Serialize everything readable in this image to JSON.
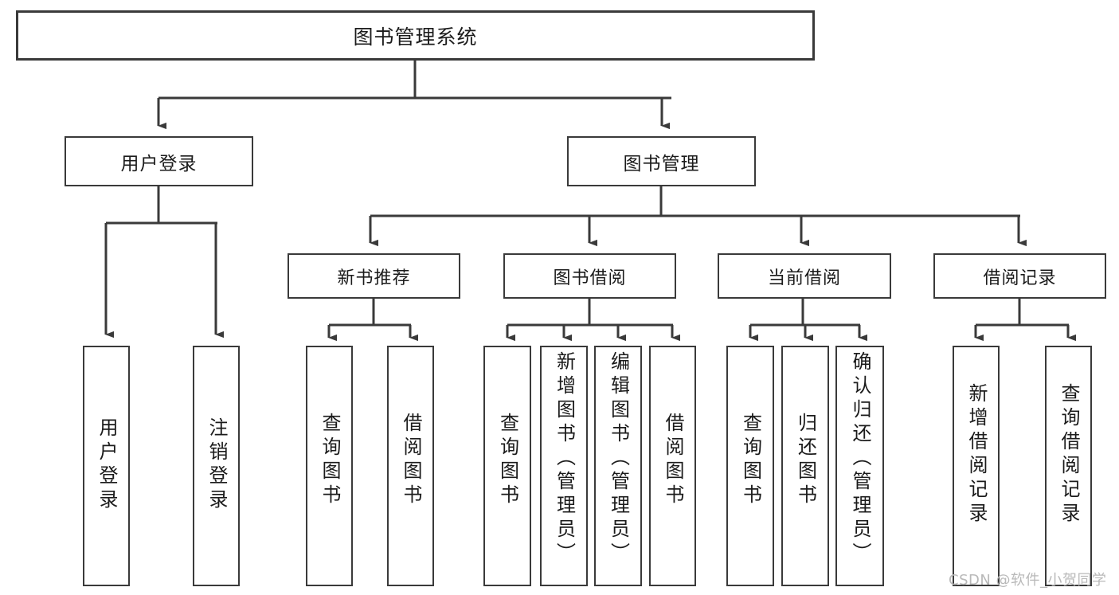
{
  "diagram": {
    "title": "图书管理系统",
    "type": "tree-hierarchy",
    "watermark": "CSDN @软件_小贺同学",
    "colors": {
      "box_border": "#3a3a3a",
      "box_fill": "#ffffff",
      "edge": "#3a3a3a",
      "text": "#1b1b1b",
      "watermark": "#b9b9b9"
    },
    "nodes": {
      "root": {
        "label": "图书管理系统"
      },
      "level2": [
        {
          "id": "user-login",
          "label": "用户登录"
        },
        {
          "id": "book-manage",
          "label": "图书管理"
        }
      ],
      "level3": [
        {
          "id": "new-book-recommend",
          "label": "新书推荐"
        },
        {
          "id": "book-borrow",
          "label": "图书借阅"
        },
        {
          "id": "current-borrow",
          "label": "当前借阅"
        },
        {
          "id": "borrow-record",
          "label": "借阅记录"
        }
      ],
      "leaves": [
        {
          "id": "leaf-user-login",
          "label": "用户登录",
          "parent": "user-login"
        },
        {
          "id": "leaf-logout",
          "label": "注销登录",
          "parent": "user-login"
        },
        {
          "id": "leaf-query-book-1",
          "label": "查询图书",
          "parent": "new-book-recommend"
        },
        {
          "id": "leaf-borrow-book-1",
          "label": "借阅图书",
          "parent": "new-book-recommend"
        },
        {
          "id": "leaf-query-book-2",
          "label": "查询图书",
          "parent": "book-borrow"
        },
        {
          "id": "leaf-add-book",
          "label": "新增图书（管理员）",
          "parent": "book-borrow"
        },
        {
          "id": "leaf-edit-book",
          "label": "编辑图书（管理员）",
          "parent": "book-borrow"
        },
        {
          "id": "leaf-borrow-book-2",
          "label": "借阅图书",
          "parent": "book-borrow"
        },
        {
          "id": "leaf-query-book-3",
          "label": "查询图书",
          "parent": "current-borrow"
        },
        {
          "id": "leaf-return-book",
          "label": "归还图书",
          "parent": "current-borrow"
        },
        {
          "id": "leaf-confirm-return",
          "label": "确认归还（管理员）",
          "parent": "current-borrow"
        },
        {
          "id": "leaf-add-record",
          "label": "新增借阅记录",
          "parent": "borrow-record"
        },
        {
          "id": "leaf-query-record",
          "label": "查询借阅记录",
          "parent": "borrow-record"
        }
      ]
    }
  }
}
